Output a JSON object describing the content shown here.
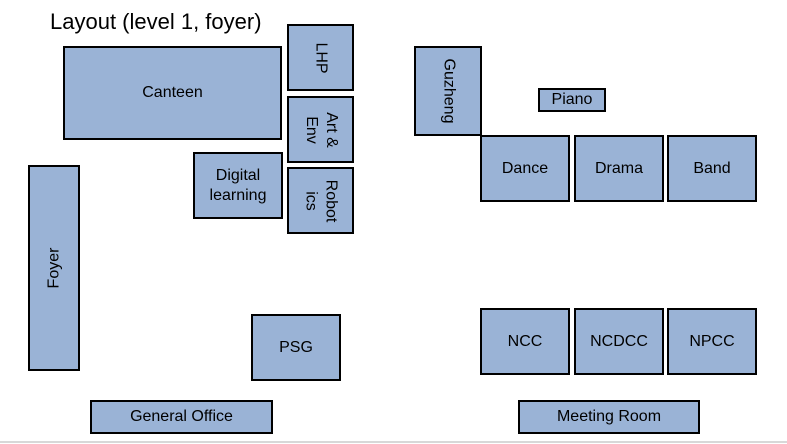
{
  "title": "Layout (level 1, foyer)",
  "rooms": {
    "canteen": "Canteen",
    "lhp": "LHP",
    "art_env": "Art &\nEnv",
    "digital_learning": "Digital\nlearning",
    "robotics": "Robot\nics",
    "foyer": "Foyer",
    "psg": "PSG",
    "general_office": "General Office",
    "guzheng": "Guzheng",
    "piano": "Piano",
    "dance": "Dance",
    "drama": "Drama",
    "band": "Band",
    "ncc": "NCC",
    "ncdcc": "NCDCC",
    "npcc": "NPCC",
    "meeting_room": "Meeting Room"
  },
  "colors": {
    "room_fill": "#9ab3d6",
    "room_border": "#000000"
  }
}
